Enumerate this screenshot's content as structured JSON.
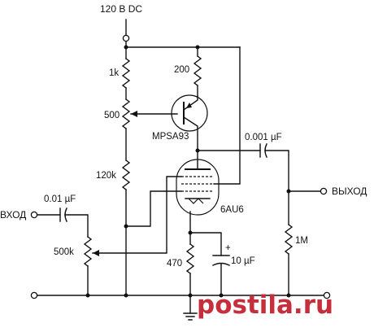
{
  "supply": "120 В DC",
  "components": {
    "r1": "1k",
    "pot1": "500",
    "r2": "120k",
    "r_emitter": "200",
    "transistor": "MPSA93",
    "c_out": "0.001 µF",
    "tube": "6AU6",
    "r_load": "1M",
    "c_in": "0.01 µF",
    "pot_in": "500k",
    "r_cathode": "470",
    "c_cathode": "10 µF",
    "c_cathode_polarity": "+"
  },
  "io": {
    "input": "ВХОД",
    "output": "ВЫХОД"
  },
  "watermark": "postila.ru",
  "colors": {
    "wire": "#111111",
    "watermark": "#c62e3b"
  }
}
